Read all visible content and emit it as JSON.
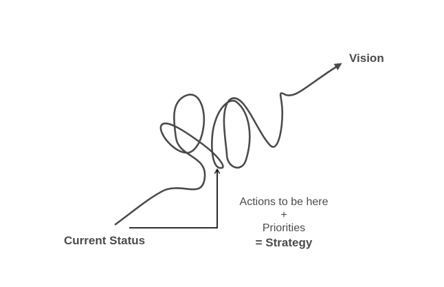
{
  "labels": {
    "vision": "Vision",
    "current_status": "Current Status"
  },
  "strategy": {
    "line1": "Actions to be here",
    "operator": "+",
    "line2": "Priorities",
    "result": "= Strategy"
  },
  "colors": {
    "path": "#4a4a4a",
    "connector": "#111111",
    "text": "#4a4a4a"
  }
}
